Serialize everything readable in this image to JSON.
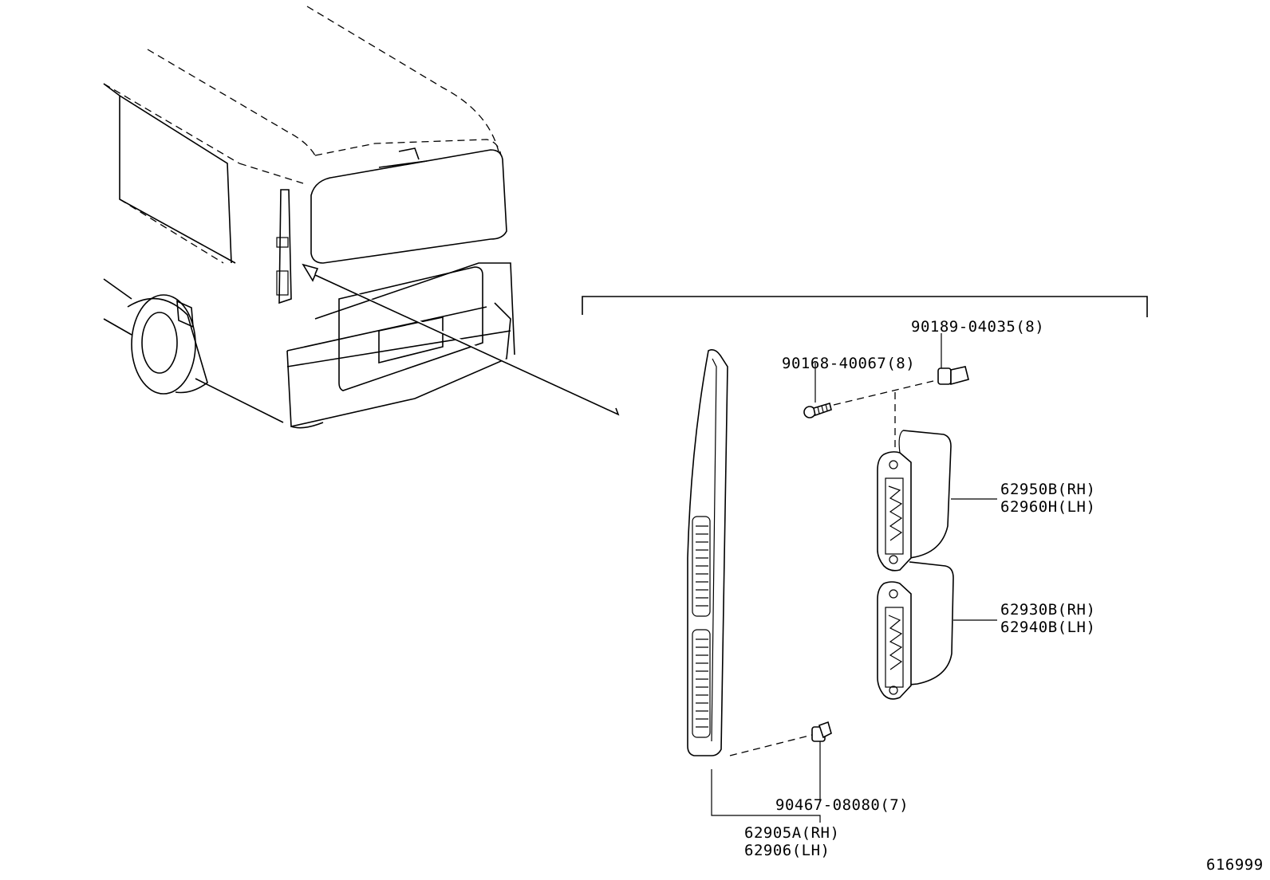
{
  "callouts": {
    "clip_top": "90189-04035(8)",
    "screw": "90168-40067(8)",
    "lamp_upper_rh": "62950B(RH)",
    "lamp_upper_lh": "62960H(LH)",
    "lamp_lower_rh": "62930B(RH)",
    "lamp_lower_lh": "62940B(LH)",
    "clip_bottom": "90467-08080(7)",
    "cover_rh": "62905A(RH)",
    "cover_lh": "62906(LH)"
  },
  "diagram_id": "616999"
}
